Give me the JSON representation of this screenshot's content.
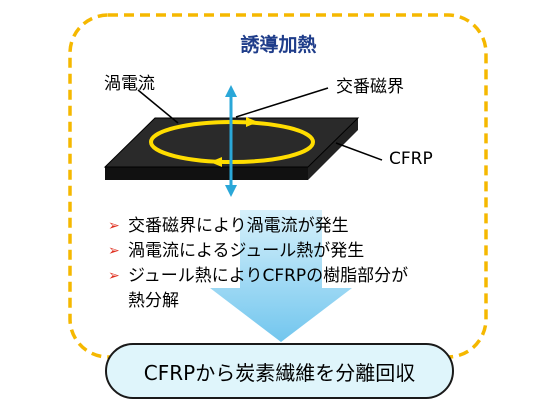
{
  "title": "誘導加熱",
  "labels": {
    "eddy_current": "渦電流",
    "alternating_field": "交番磁界",
    "material": "CFRP"
  },
  "bullets": [
    "交番磁界により渦電流が発生",
    "渦電流によるジュール熱が発生",
    "ジュール熱によりCFRPの樹脂部分が",
    "熱分解"
  ],
  "result": "CFRPから炭素繊維を分離回収",
  "colors": {
    "frame": "#f5b800",
    "ring": "#ffdd00",
    "field_arrow": "#2aa7d8",
    "big_arrow": "#8fd3f0",
    "bullet_mark": "#e03020",
    "result_fill": "#dff5fb"
  }
}
